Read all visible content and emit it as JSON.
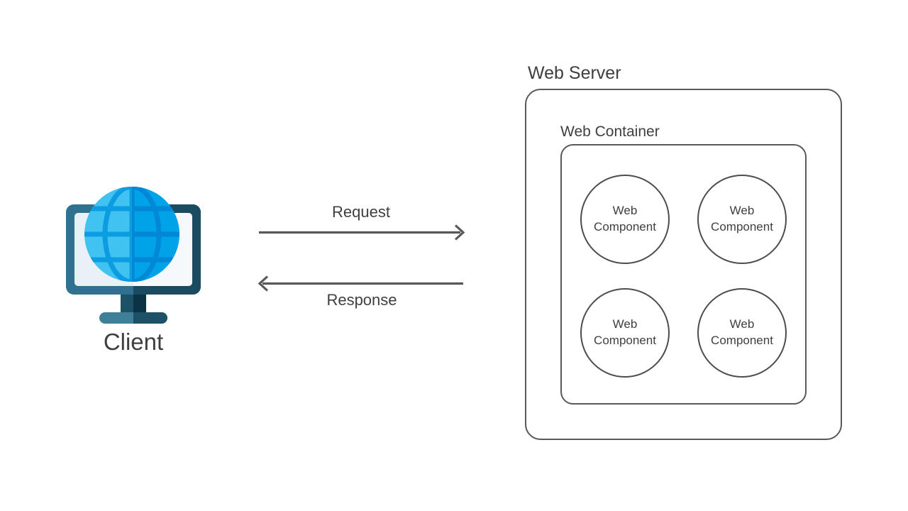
{
  "client": {
    "label": "Client",
    "icon": "computer-monitor-globe-icon"
  },
  "flows": {
    "request": "Request",
    "response": "Response"
  },
  "server": {
    "label": "Web Server",
    "container": {
      "label": "Web Container",
      "components": [
        {
          "label": "Web Component"
        },
        {
          "label": "Web Component"
        },
        {
          "label": "Web Component"
        },
        {
          "label": "Web Component"
        }
      ]
    }
  },
  "colors": {
    "stroke_gray": "#595959",
    "shape_stroke": "#4D4D4D",
    "text_dark": "#3F3F3F",
    "monitor_frame": "#2F7191",
    "monitor_frame_dark": "#1B4B61",
    "screen_left": "#E9F1F6",
    "screen_right": "#F5F9FC",
    "neck_left": "#1D5166",
    "neck_right": "#0A3348",
    "base_left": "#3F7F98",
    "base_right": "#1D5166",
    "globe_left_bg": "#41C3F1",
    "globe_left_line": "#0C9CE1",
    "globe_right_bg": "#00A2E8",
    "globe_right_line": "#0087D5"
  }
}
